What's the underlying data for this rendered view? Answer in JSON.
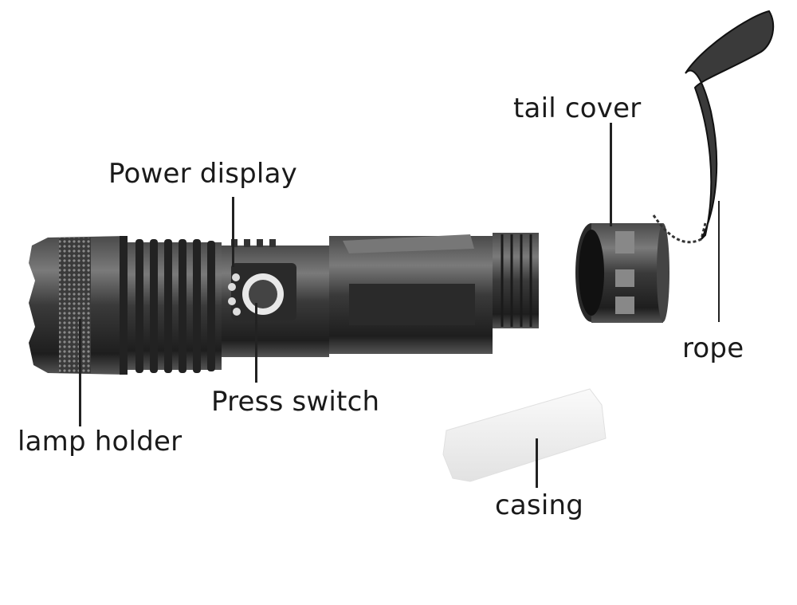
{
  "diagram": {
    "subject": "flashlight exploded parts view",
    "colors": {
      "body": "#2b2b2b",
      "body_highlight": "#6a6a6a",
      "casing": "#f2f2f2",
      "label": "#1a1a1a",
      "background": "#ffffff"
    },
    "labels": {
      "power_display": "Power display",
      "press_switch": "Press switch",
      "lamp_holder": "lamp holder",
      "tail_cover": "tail cover",
      "rope": "rope",
      "casing": "casing"
    }
  }
}
